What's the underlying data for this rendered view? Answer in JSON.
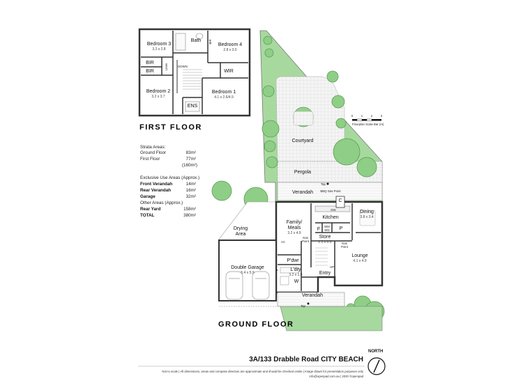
{
  "first_floor": {
    "title": "FIRST FLOOR",
    "rooms": {
      "bedroom3": {
        "name": "Bedroom 3",
        "dims": "3.2 x 2.8"
      },
      "bath": {
        "name": "Bath"
      },
      "bir_top": {
        "name": "BIR"
      },
      "bedroom4": {
        "name": "Bedroom 4",
        "dims": "2.8 x 3.0"
      },
      "bir1": {
        "name": "BIR"
      },
      "bir2": {
        "name": "BIR"
      },
      "linen": {
        "name": "Linen"
      },
      "down": {
        "name": "DOWN"
      },
      "wir": {
        "name": "WIR"
      },
      "bedroom2": {
        "name": "Bedroom 2",
        "dims": "3.2 x 3.7"
      },
      "bedroom1": {
        "name": "Bedroom 1",
        "dims": "4.1 x 2.6/4.9"
      },
      "ens": {
        "name": "ENS"
      }
    }
  },
  "scale": {
    "ticks": [
      "0",
      "1",
      "2",
      "3"
    ],
    "label": "Floorplan Scale Bar (m)"
  },
  "areas": {
    "strata_heading": "Strata Areas:",
    "rows": [
      {
        "label": "Ground Floor",
        "value": "83m²",
        "bold": false
      },
      {
        "label": "First Floor",
        "value": "77m²",
        "bold": false
      },
      {
        "label": "",
        "value": "(160m²)",
        "bold": false
      },
      {
        "label": "Exclusive Use Areas (Approx.)",
        "value": "",
        "bold": false
      },
      {
        "label": "Front Verandah",
        "value": "14m²",
        "bold": true
      },
      {
        "label": "Rear Verandah",
        "value": "16m²",
        "bold": true
      },
      {
        "label": "Garage",
        "value": "32m²",
        "bold": true
      },
      {
        "label": "Other Areas (Approx.)",
        "value": "",
        "bold": false
      },
      {
        "label": "Rear Yard",
        "value": "158m²",
        "bold": true
      },
      {
        "label": "TOTAL",
        "value": "380m²",
        "bold": true
      }
    ]
  },
  "ground_floor": {
    "title": "GROUND FLOOR",
    "rooms": {
      "courtyard": {
        "name": "Courtyard"
      },
      "pergola": {
        "name": "Pergola"
      },
      "verandah_rear": {
        "name": "Verandah"
      },
      "tap_rear": {
        "name": "Tap"
      },
      "bbq": {
        "name": "BBQ Gas Point"
      },
      "c": {
        "name": "C"
      },
      "dw": {
        "name": "DW"
      },
      "kitchen": {
        "name": "Kitchen"
      },
      "dining": {
        "name": "Dining",
        "dims": "3.8 x 3.4"
      },
      "family": {
        "name": "Family/",
        "name2": "Meals",
        "dims": "3.2 x 4.9"
      },
      "f": {
        "name": "F"
      },
      "wm": {
        "name": "WM",
        "name2": "WD"
      },
      "p": {
        "name": "P"
      },
      "drying": {
        "name": "Drying",
        "name2": "Area"
      },
      "gas_family": {
        "name": "Gas",
        "name2": "Point"
      },
      "store": {
        "name": "Store",
        "dims": "2.2 x 0.9"
      },
      "gas_lounge": {
        "name": "Gas",
        "name2": "Point"
      },
      "ac": {
        "name": "AC"
      },
      "lounge": {
        "name": "Lounge",
        "dims": "4.1 x 4.9"
      },
      "pwdr": {
        "name": "P'dwr"
      },
      "up": {
        "name": "UP"
      },
      "garage": {
        "name": "Double Garage",
        "dims": "5.4 x 5.9"
      },
      "ldry": {
        "name": "L'dry",
        "dims": "3.2 x 1.8"
      },
      "w": {
        "name": "W"
      },
      "entry": {
        "name": "Entry"
      },
      "verandah_front": {
        "name": "Verandah"
      },
      "tap_front": {
        "name": "Tap"
      }
    }
  },
  "address": "3A/133 Drabble Road CITY BEACH",
  "north": "NORTH",
  "disclaimer": "Not to scale  |  All dimensions, areas and compass direction are approximate and should be checked onsite  |  Image drawn for presentation purposes only",
  "credit": "info@openpad.com.au  |  2020  ©openpad"
}
